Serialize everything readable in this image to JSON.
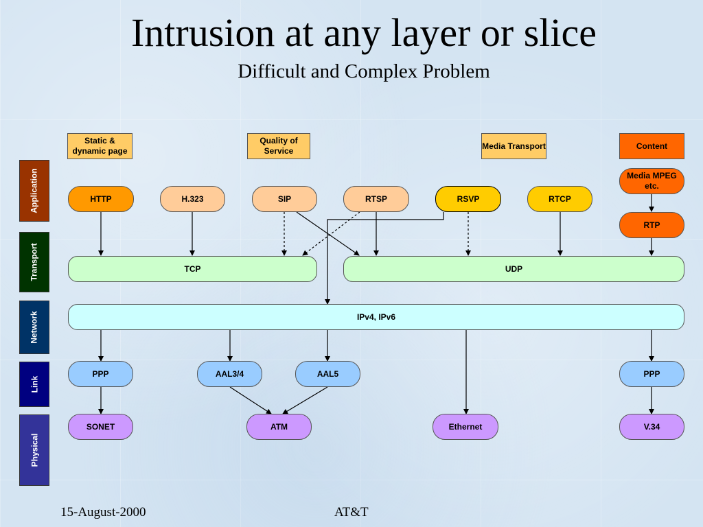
{
  "title": "Intrusion at any layer or slice",
  "subtitle": "Difficult and Complex Problem",
  "layers": {
    "application": "Application",
    "transport": "Transport",
    "network": "Network",
    "link": "Link",
    "physical": "Physical"
  },
  "categories": {
    "static": "Static & dynamic page",
    "qos": "Quality of Service",
    "media_transport": "Media Transport",
    "content": "Content"
  },
  "protocols": {
    "http": "HTTP",
    "h323": "H.323",
    "sip": "SIP",
    "rtsp": "RTSP",
    "rsvp": "RSVP",
    "rtcp": "RTCP",
    "media": "Media MPEG etc.",
    "rtp": "RTP",
    "tcp": "TCP",
    "udp": "UDP",
    "ip": "IPv4, IPv6",
    "ppp_left": "PPP",
    "aal34": "AAL3/4",
    "aal5": "AAL5",
    "ppp_right": "PPP",
    "sonet": "SONET",
    "atm": "ATM",
    "ethernet": "Ethernet",
    "v34": "V.34"
  },
  "footer": {
    "date": "15-August-2000",
    "company": "AT&T"
  },
  "colors": {
    "application": "#993300",
    "transport": "#003300",
    "network": "#003366",
    "link": "#000080",
    "physical": "#333399",
    "category": "#ffcc66",
    "content": "#ff6600",
    "http": "#ff9900",
    "app_light": "#ffcc99",
    "rsvp": "#ffcc00",
    "transport_bar": "#ccffcc",
    "network_bar": "#ccffff",
    "link_box": "#99ccff",
    "physical_box": "#cc99ff"
  }
}
